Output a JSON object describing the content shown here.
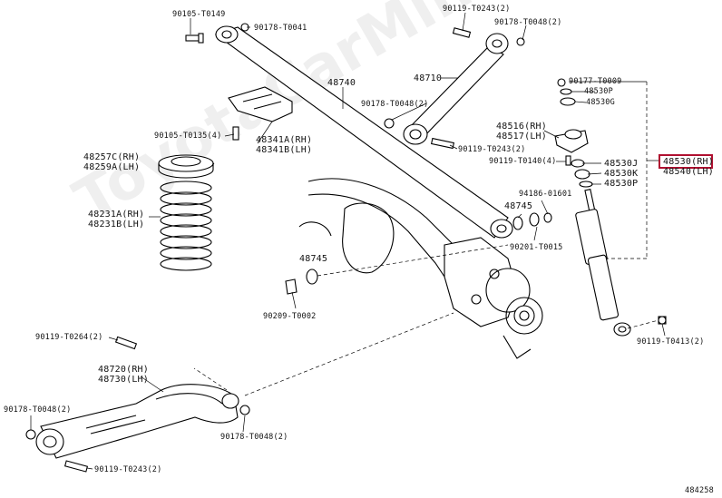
{
  "watermark": "ToyotaCarMini.ru",
  "diagram_id": "484258",
  "highlight_color": "#b01030",
  "labels": {
    "l01": "90105-T0149",
    "l02": "90178-T0041",
    "l03": "90119-T0243(2)",
    "l04": "90178-T0048(2)",
    "l05": "48740",
    "l06": "48710",
    "l07": "90177-T0009",
    "l08": "48530P",
    "l09": "48530G",
    "l10": "90178-T0048(2)",
    "l11": "90105-T0135(4)",
    "l12a": "48341A(RH)",
    "l12b": "48341B(LH)",
    "l13a": "48516(RH)",
    "l13b": "48517(LH)",
    "l14": "90119-T0243(2)",
    "l15a": "48257C(RH)",
    "l15b": "48259A(LH)",
    "l16": "90119-T0140(4)",
    "l17": "48530J",
    "l18": "48530K",
    "l19": "48530P",
    "l20a": "48530(RH)",
    "l20b": "48540(LH)",
    "l21": "94186-01601",
    "l22": "48745",
    "l23a": "48231A(RH)",
    "l23b": "48231B(LH)",
    "l24": "90201-T0015",
    "l25": "48745",
    "l26": "90209-T0002",
    "l27": "90119-T0264(2)",
    "l28": "90119-T0413(2)",
    "l29a": "48720(RH)",
    "l29b": "48730(LH)",
    "l30": "90178-T0048(2)",
    "l31": "90178-T0048(2)",
    "l32": "90119-T0243(2)"
  }
}
